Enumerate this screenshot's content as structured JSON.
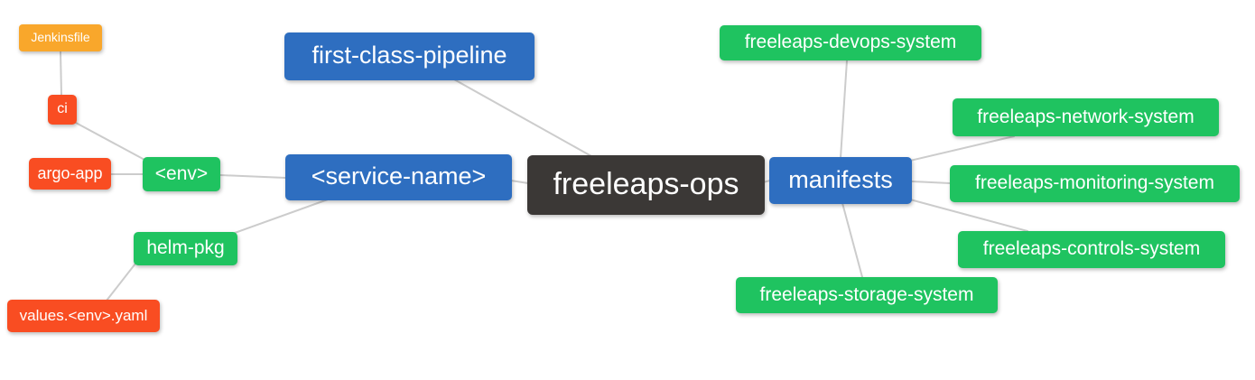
{
  "diagram": {
    "type": "mindmap",
    "root": "freeleaps-ops",
    "nodes": [
      {
        "id": "freeleaps-ops",
        "label": "freeleaps-ops",
        "color": "dark"
      },
      {
        "id": "first-class-pipeline",
        "label": "first-class-pipeline",
        "color": "blue"
      },
      {
        "id": "service-name",
        "label": "<service-name>",
        "color": "blue"
      },
      {
        "id": "manifests",
        "label": "manifests",
        "color": "blue"
      },
      {
        "id": "env",
        "label": "<env>",
        "color": "green"
      },
      {
        "id": "helm-pkg",
        "label": "helm-pkg",
        "color": "green"
      },
      {
        "id": "ci",
        "label": "ci",
        "color": "red"
      },
      {
        "id": "argo-app",
        "label": "argo-app",
        "color": "red"
      },
      {
        "id": "jenkinsfile",
        "label": "Jenkinsfile",
        "color": "orange"
      },
      {
        "id": "values-env-yaml",
        "label": "values.<env>.yaml",
        "color": "red"
      },
      {
        "id": "freeleaps-devops-system",
        "label": "freeleaps-devops-system",
        "color": "green"
      },
      {
        "id": "freeleaps-network-system",
        "label": "freeleaps-network-system",
        "color": "green"
      },
      {
        "id": "freeleaps-monitoring-system",
        "label": "freeleaps-monitoring-system",
        "color": "green"
      },
      {
        "id": "freeleaps-controls-system",
        "label": "freeleaps-controls-system",
        "color": "green"
      },
      {
        "id": "freeleaps-storage-system",
        "label": "freeleaps-storage-system",
        "color": "green"
      }
    ],
    "edges": [
      {
        "from": "jenkinsfile",
        "to": "ci"
      },
      {
        "from": "ci",
        "to": "env"
      },
      {
        "from": "argo-app",
        "to": "env"
      },
      {
        "from": "env",
        "to": "service-name"
      },
      {
        "from": "service-name",
        "to": "helm-pkg"
      },
      {
        "from": "helm-pkg",
        "to": "values-env-yaml"
      },
      {
        "from": "first-class-pipeline",
        "to": "freeleaps-ops"
      },
      {
        "from": "service-name",
        "to": "freeleaps-ops"
      },
      {
        "from": "freeleaps-ops",
        "to": "manifests"
      },
      {
        "from": "manifests",
        "to": "freeleaps-devops-system"
      },
      {
        "from": "manifests",
        "to": "freeleaps-network-system"
      },
      {
        "from": "manifests",
        "to": "freeleaps-monitoring-system"
      },
      {
        "from": "manifests",
        "to": "freeleaps-controls-system"
      },
      {
        "from": "manifests",
        "to": "freeleaps-storage-system"
      }
    ]
  },
  "palette": {
    "dark": "#3B3836",
    "blue": "#2E6EC0",
    "green": "#1FC360",
    "red": "#F94D22",
    "orange": "#F9A72B",
    "line": "#CCCCCC",
    "text": "#FFFFFF",
    "background": "#FFFFFF"
  }
}
